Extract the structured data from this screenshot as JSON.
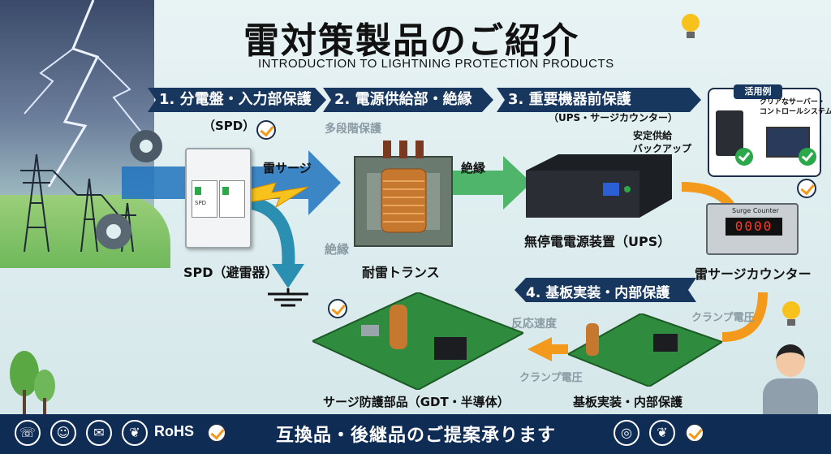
{
  "title": "雷対策製品のご紹介",
  "subtitle": "INTRODUCTION TO LIGHTNING PROTECTION PRODUCTS",
  "steps": [
    {
      "label": "1. 分電盤・入力部保護"
    },
    {
      "label": "2. 電源供給部・絶縁"
    },
    {
      "label": "3. 重要機器前保護"
    },
    {
      "label": "4. 基板実装・内部保護"
    }
  ],
  "labels": {
    "spd_top": "（SPD）",
    "kaminari_surge": "雷サージ",
    "multi_stage": "多段階保護",
    "insulation_top": "絶縁",
    "insulation_left": "絶縁",
    "ups_sub": "（UPS・サージカウンター）",
    "stable_supply": "安定供給",
    "backup": "バックアップ",
    "spd_name": "SPD（避雷器）",
    "trans_name": "耐雷トランス",
    "ups_name": "無停電電源装置（UPS）",
    "counter_name": "雷サージカウンター",
    "response_speed": "反応速度",
    "clamp_voltage_right": "クランプ電圧",
    "clamp_voltage_mid": "クランプ電圧",
    "surge_parts": "サージ防護部品（GDT・半導体）",
    "board_mount": "基板実装・内部保護",
    "counter_panel": "Surge Counter",
    "counter_display": "0000",
    "spd_device_text": "SPD"
  },
  "callout": {
    "head": "活用例",
    "line1": "クリアなサーバー・",
    "line2": "コントロールシステム"
  },
  "footer": {
    "rohs": "RoHS",
    "text": "互換品・後継品のご提案承ります"
  },
  "colors": {
    "navy": "#17375f",
    "orange": "#f39a1c",
    "green": "#2aa84a",
    "blue_arrow": "#1e73be",
    "lightning": "#f6c21b"
  }
}
